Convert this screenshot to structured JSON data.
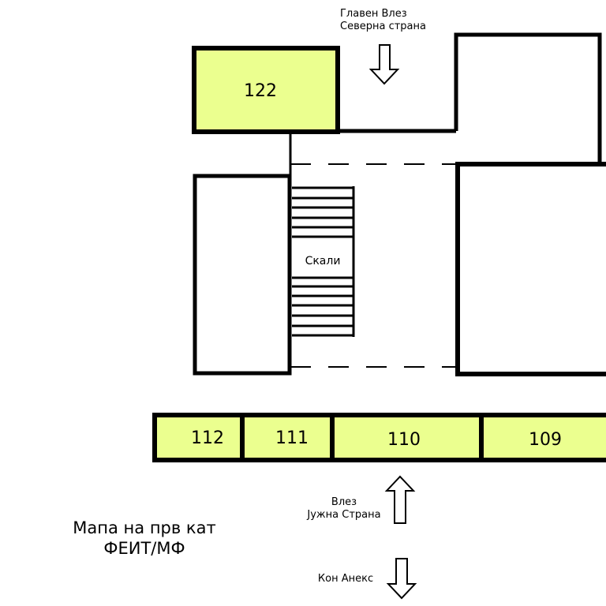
{
  "colors": {
    "room_fill": "#ebff8f",
    "wall": "#000000",
    "background": "#ffffff"
  },
  "rooms": {
    "r122": "122",
    "r112": "112",
    "r111": "111",
    "r110": "110",
    "r109": "109"
  },
  "stairs": {
    "label": "Скали"
  },
  "entrances": {
    "main_line1": "Главен Влез",
    "main_line2": "Северна страна",
    "south_line1": "Влез",
    "south_line2": "Јужна Страна",
    "annex": "Кон Анекс"
  },
  "title": {
    "line1": "Мапа на прв кат",
    "line2": "ФЕИТ/МФ"
  },
  "icons": {
    "main_entrance": "arrow-down-icon",
    "south_entrance": "arrow-up-icon",
    "annex": "arrow-down-icon"
  }
}
